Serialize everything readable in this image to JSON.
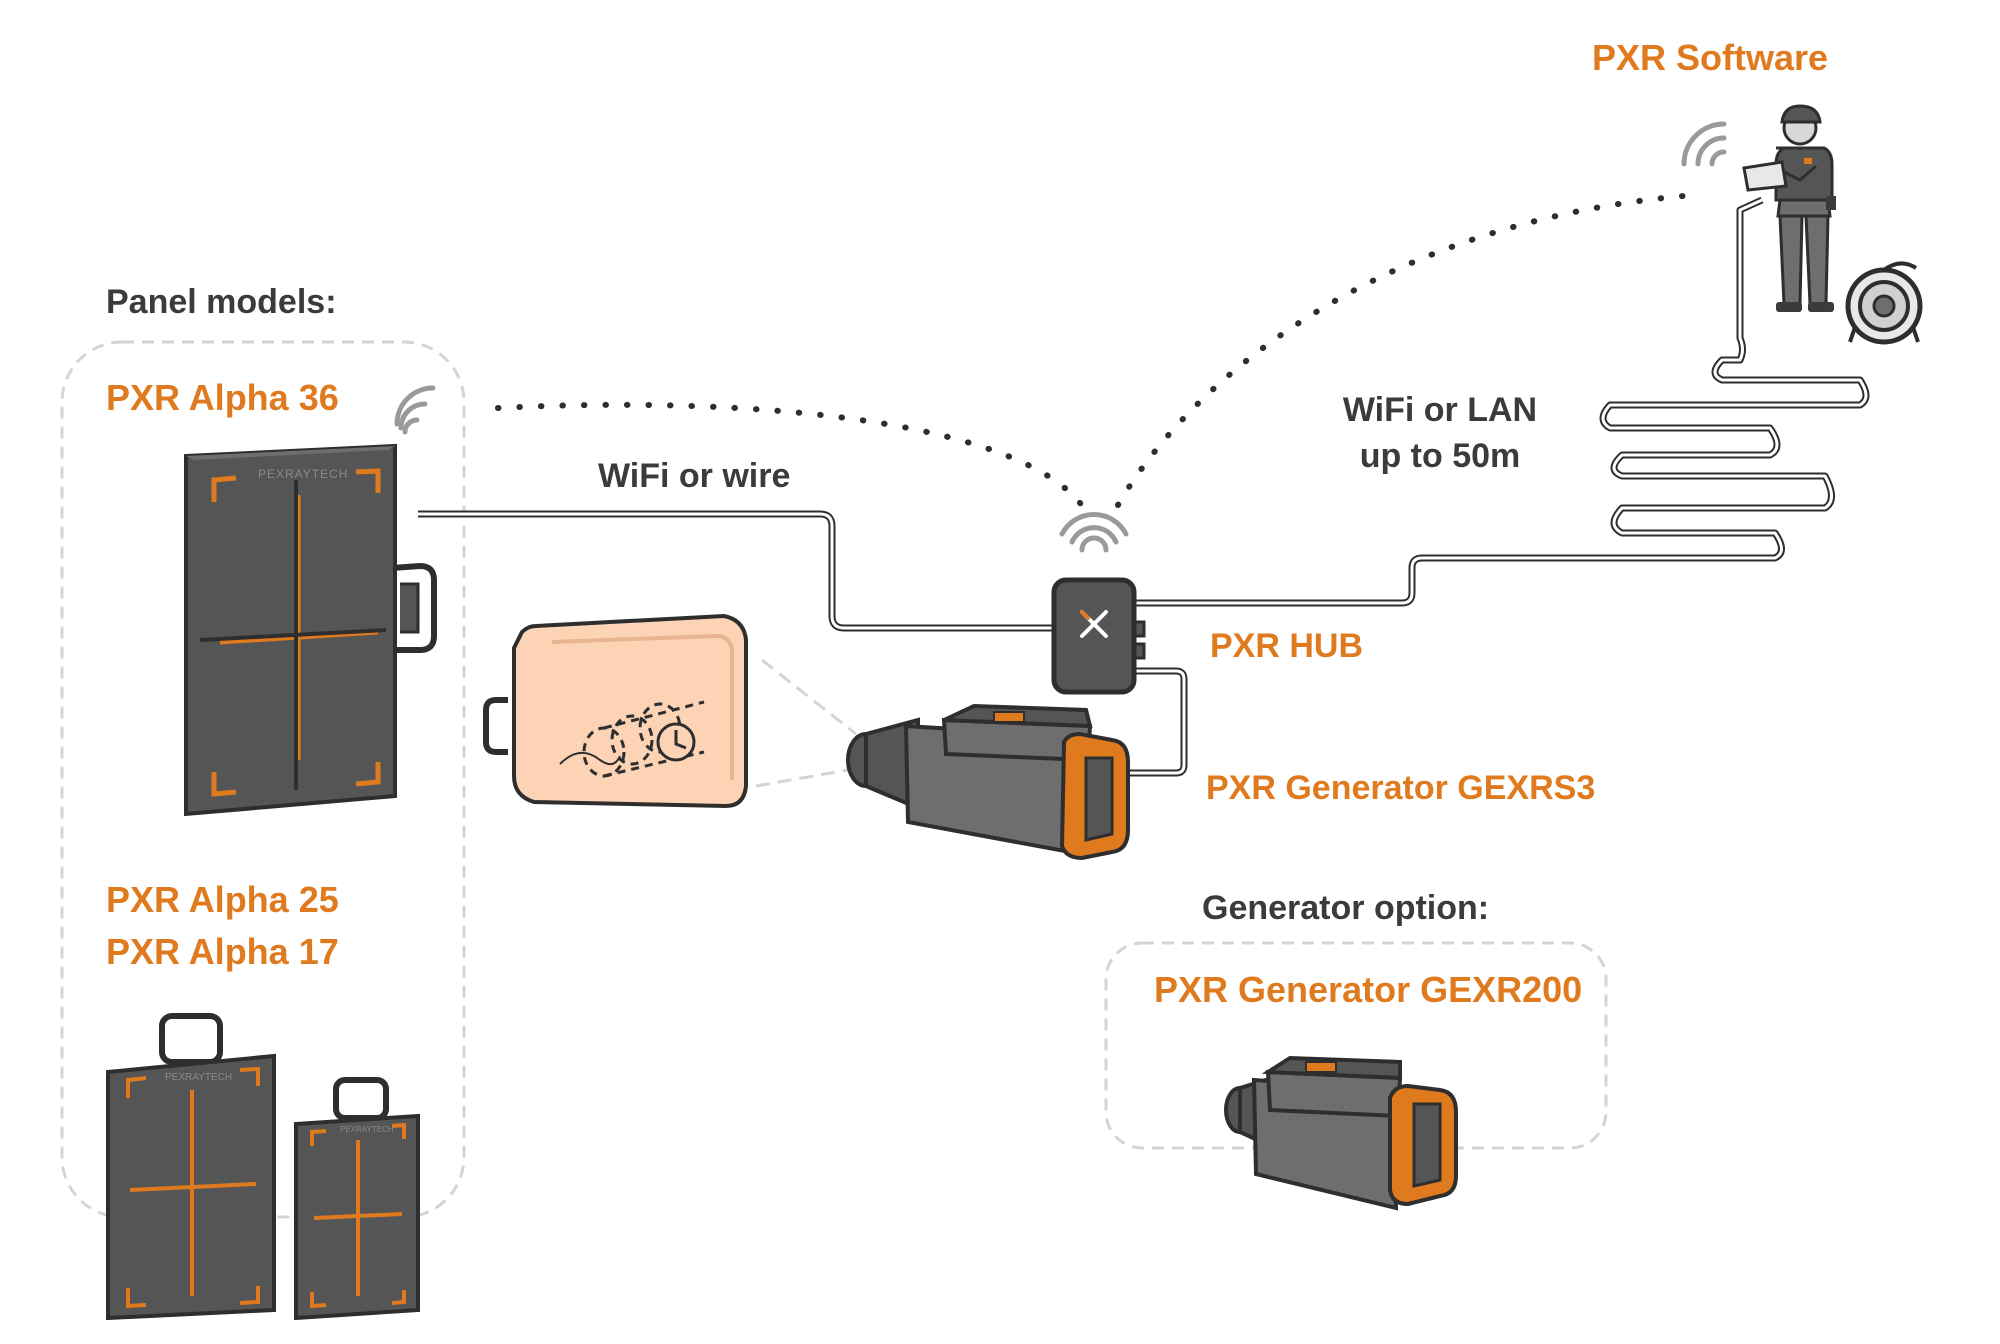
{
  "colors": {
    "accent": "#e07a1f",
    "dark_gray": "#555555",
    "mid_gray": "#6e6e6e",
    "outline": "#2e2e2e",
    "dashed_box": "#d4d4d4",
    "wifi_signal": "#9a9a9a",
    "target_object_fill": "#fcd3b4"
  },
  "labels": {
    "software": "PXR Software",
    "panel_models": "Panel models:",
    "alpha36": "PXR Alpha 36",
    "alpha25": "PXR Alpha 25",
    "alpha17": "PXR Alpha 17",
    "wifi_or_wire": "WiFi or wire",
    "wifi_or_lan_line1": "WiFi or LAN",
    "wifi_or_lan_line2": "up to 50m",
    "hub": "PXR HUB",
    "generator_gexrs3": "PXR Generator GEXRS3",
    "generator_option": "Generator option:",
    "generator_gexr200": "PXR Generator GEXR200"
  },
  "brand_marks": {
    "panel_brand": "PEXRAYTECH"
  },
  "icons": [
    "wifi-signal-icon",
    "hub-x-logo-icon",
    "clock-icon",
    "cable-reel-icon",
    "technician-with-tablet-icon"
  ]
}
